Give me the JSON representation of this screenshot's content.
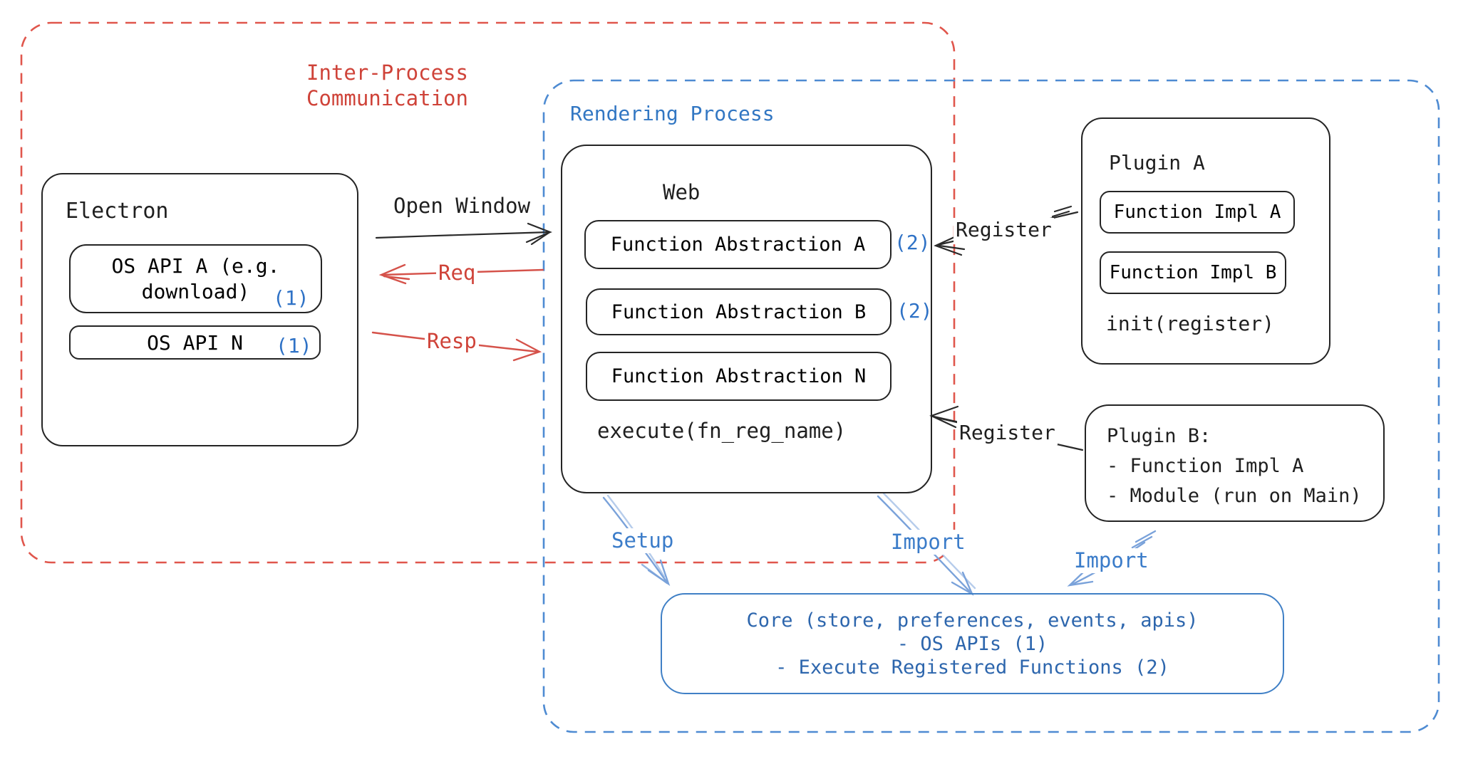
{
  "diagram": {
    "ipc": {
      "line1": "Inter-Process",
      "line2": "Communication"
    },
    "rendering": {
      "label": "Rendering Process"
    },
    "electron": {
      "title": "Electron",
      "os_api_a": {
        "line1": "OS API A (e.g.",
        "line2": "download)",
        "badge": "(1)"
      },
      "os_api_n": {
        "label": "OS API N",
        "badge": "(1)"
      }
    },
    "web": {
      "title": "Web",
      "fa_a": {
        "label": "Function Abstraction A",
        "badge": "(2)"
      },
      "fa_b": {
        "label": "Function Abstraction B",
        "badge": "(2)"
      },
      "fa_n": {
        "label": "Function Abstraction N"
      },
      "execute": "execute(fn_reg_name)"
    },
    "plugin_a": {
      "title": "Plugin A",
      "impl_a": "Function Impl A",
      "impl_b": "Function Impl B",
      "init": "init(register)"
    },
    "plugin_b": {
      "title": "Plugin B:",
      "item1": "- Function Impl A",
      "item2": "- Module (run on Main)"
    },
    "core": {
      "line1": "Core (store, preferences, events, apis)",
      "line2": "- OS APIs (1)",
      "line3": "- Execute Registered Functions (2)"
    },
    "arrows": {
      "open_window": "Open Window",
      "req": "Req",
      "resp": "Resp",
      "register_a": "Register",
      "register_b": "Register",
      "setup": "Setup",
      "import_web": "Import",
      "import_plugin_b": "Import"
    },
    "colors": {
      "red": "#cf4339",
      "red_dash": "#e0564c",
      "blue_label": "#3277c3",
      "blue_badge": "#2f72c6",
      "blue_dash": "#4e8bd2",
      "blue_arrow": "#7aa2da",
      "core_text": "#2d66ad",
      "black": "#242424"
    }
  }
}
